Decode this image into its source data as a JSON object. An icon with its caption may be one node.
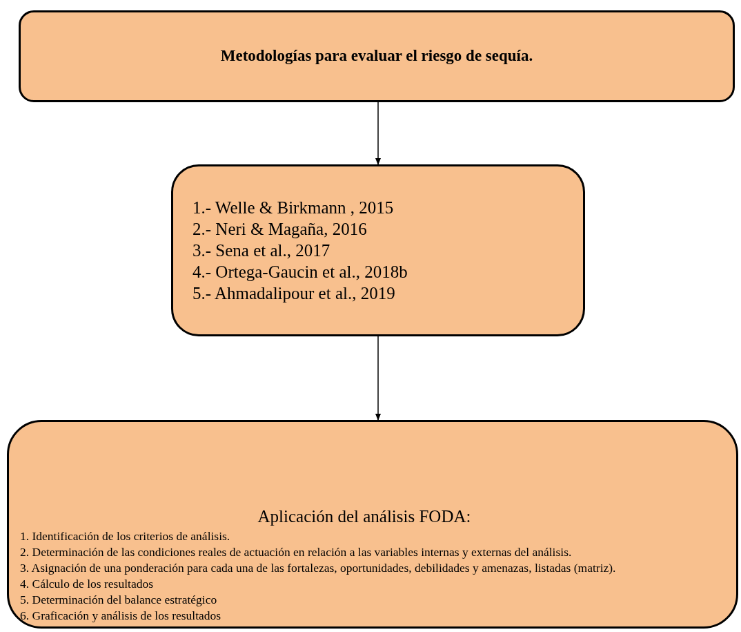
{
  "diagram": {
    "nodes": [
      {
        "text": [
          "Metodologías para evaluar el riesgo de sequía."
        ]
      },
      {
        "text": [
          "1.- Welle & Birkmann , 2015",
          "2.- Neri & Magaña,  2016",
          "3.- Sena et al., 2017",
          "4.- Ortega-Gaucin et al., 2018b",
          "5.- Ahmadalipour et al., 2019"
        ]
      },
      {
        "text": [
          "Aplicación del análisis FODA:",
          "1. Identificación de los criterios de análisis.",
          "2. Determinación de las condiciones reales de actuación en relación a las variables internas y externas del análisis.",
          "3. Asignación de una ponderación para cada una de las fortalezas, oportunidades, debilidades y amenazas, listadas (matriz).",
          "4. Cálculo de los resultados",
          "5. Determinación del balance estratégico",
          "6. Graficación y análisis de los resultados"
        ]
      }
    ],
    "edges": [
      {
        "from": 0,
        "to": 1,
        "arrow": "to"
      },
      {
        "from": 1,
        "to": 2,
        "arrow": "to"
      }
    ]
  }
}
